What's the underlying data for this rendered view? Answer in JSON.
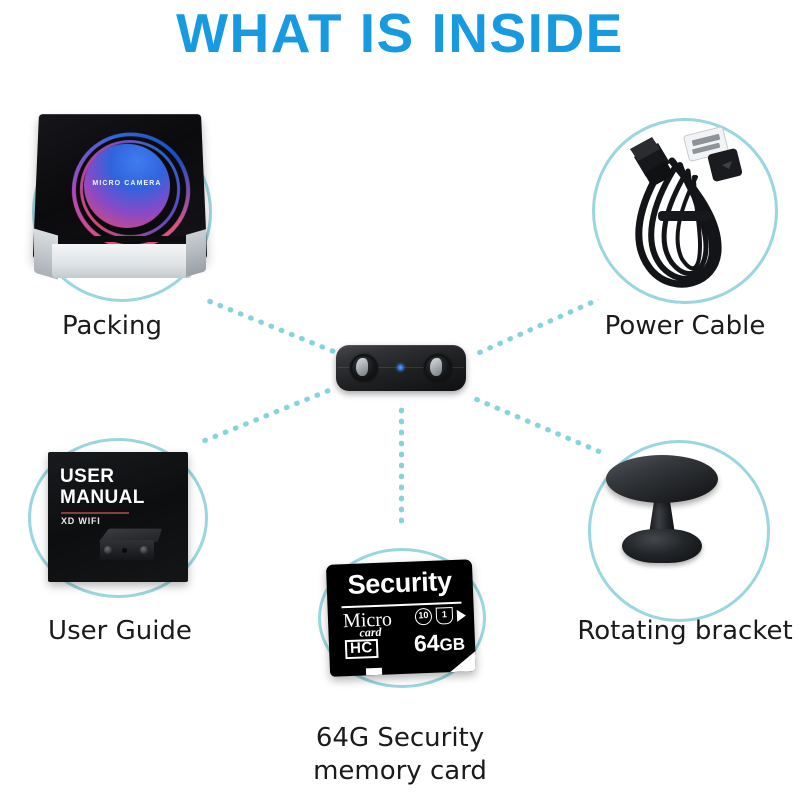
{
  "page": {
    "title": "WHAT IS INSIDE",
    "title_color": "#189AE0",
    "background_color": "#FFFFFF",
    "halo_color": "#9AD6DF",
    "connector_dot_color": "#86D3DA",
    "caption_color": "#1B1B1B"
  },
  "center_item": {
    "name": "mini-camera",
    "led_color": "#5BA8F0"
  },
  "items": [
    {
      "key": "packing",
      "caption": "Packing",
      "box_logo_text": "MICRO CAMERA"
    },
    {
      "key": "power_cable",
      "caption": "Power Cable"
    },
    {
      "key": "user_guide",
      "caption": "User Guide",
      "manual_title_line1": "USER",
      "manual_title_line2": "MANUAL",
      "manual_subtitle": "XD WIFI"
    },
    {
      "key": "memory_card",
      "caption_line1": "64G Security",
      "caption_line2": "memory card",
      "card_brand": "Security",
      "card_micro": "Micro",
      "card_word": "card",
      "card_hc": "HC",
      "card_capacity": "64",
      "card_capacity_unit": "GB",
      "card_class_badge": "10",
      "card_speed_badge": "1"
    },
    {
      "key": "rotating_bracket",
      "caption": "Rotating bracket"
    }
  ]
}
